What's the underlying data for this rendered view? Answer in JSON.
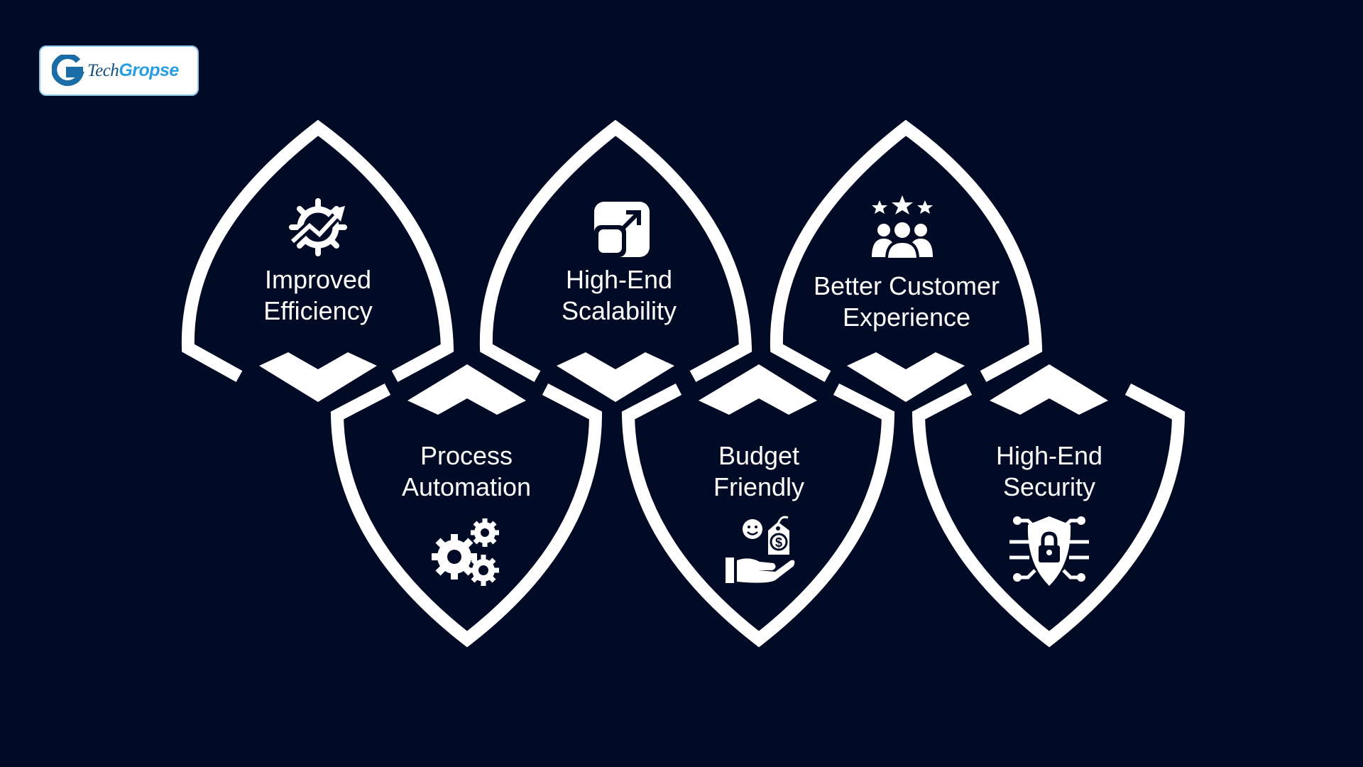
{
  "logo": {
    "part1": "Tech",
    "part2": "Gropse"
  },
  "colors": {
    "background": "#020b25",
    "foreground": "#ffffff",
    "logo_dark": "#174f7c",
    "logo_light": "#2a9ee2"
  },
  "benefits": [
    {
      "title": "Improved\nEfficiency",
      "icon": "efficiency-gear-icon"
    },
    {
      "title": "High-End\nScalability",
      "icon": "scale-arrow-icon"
    },
    {
      "title": "Better Customer\nExperience",
      "icon": "customer-stars-icon"
    },
    {
      "title": "Process\nAutomation",
      "icon": "gears-icon"
    },
    {
      "title": "Budget\nFriendly",
      "icon": "hand-money-icon"
    },
    {
      "title": "High-End\nSecurity",
      "icon": "shield-lock-icon"
    }
  ]
}
